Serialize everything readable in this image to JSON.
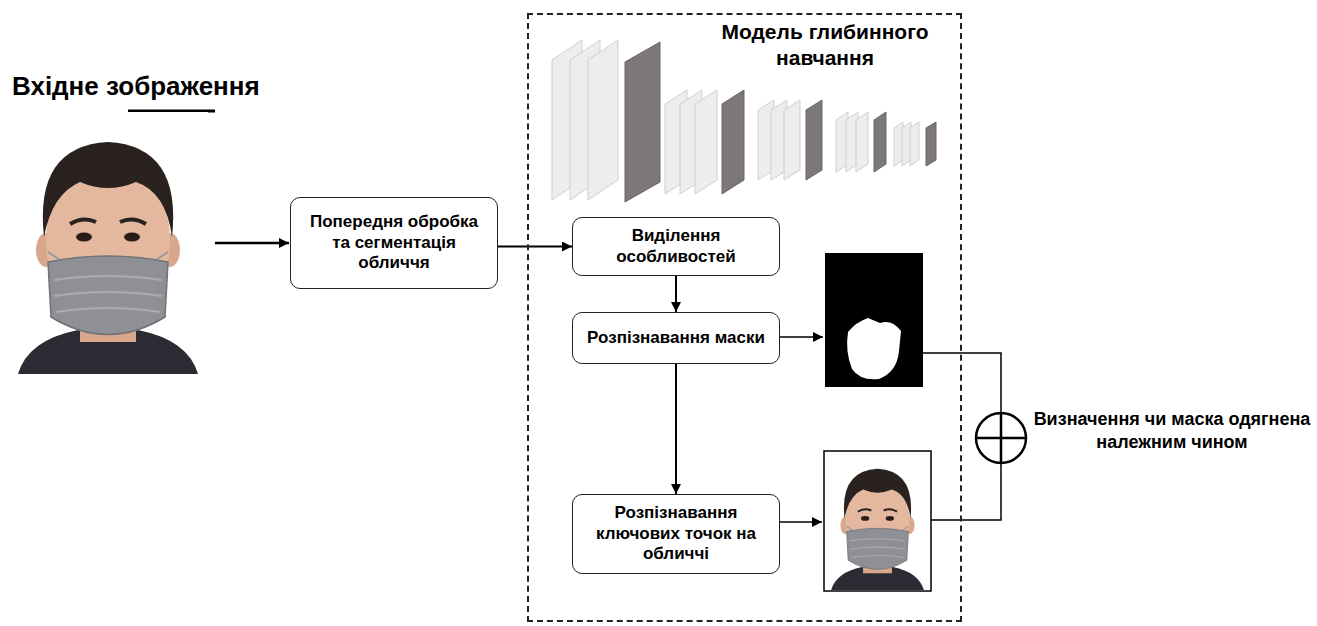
{
  "diagram": {
    "nodes": [
      {
        "text": [
          "Попередня обробка та сегментація обличчя"
        ]
      },
      {
        "text": [
          "Модель глибинного навчання"
        ]
      },
      {
        "text": [
          "Виділення особливостей"
        ],
        "in": 1
      },
      {
        "text": [
          "Розпізнавання маски"
        ],
        "in": 1
      },
      {
        "text": [
          "Розпізнавання ключових точок на обличчі"
        ],
        "in": 1
      }
    ],
    "edges": [
      {
        "from": 0,
        "to": 2,
        "arrow": "to"
      },
      {
        "from": 2,
        "to": 3,
        "arrow": "to"
      },
      {
        "from": 3,
        "to": 4,
        "arrow": "to"
      }
    ],
    "labels": [
      "Вхідне зображення",
      "Визначення чи маска одягнена належним чином"
    ]
  }
}
